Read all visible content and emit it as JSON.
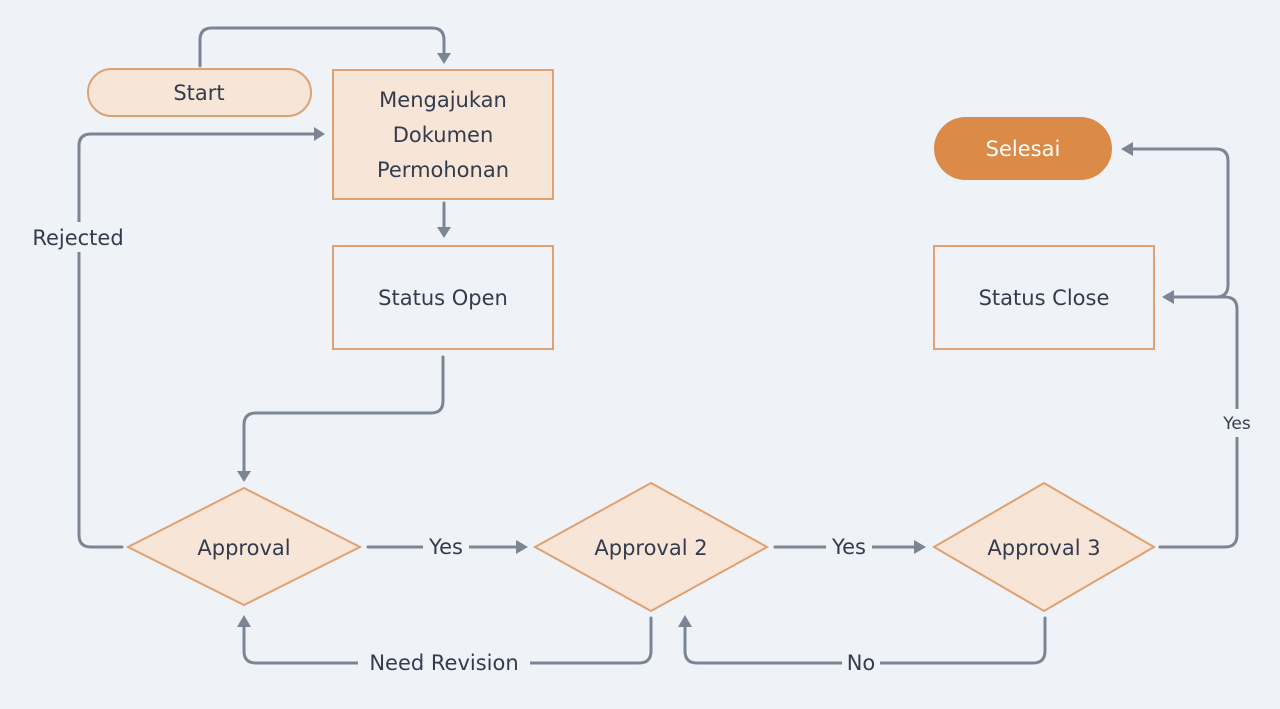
{
  "nodes": {
    "start": "Start",
    "submit": [
      "Mengajukan",
      "Dokumen",
      "Permohonan"
    ],
    "status_open": "Status Open",
    "approval_1": "Approval",
    "approval_2": "Approval 2",
    "approval_3": "Approval 3",
    "status_close": "Status Close",
    "finish": "Selesai"
  },
  "edges": {
    "rejected": "Rejected",
    "yes_1": "Yes",
    "yes_2": "Yes",
    "yes_3": "Yes",
    "need_revision": "Need Revision",
    "no": "No"
  },
  "colors": {
    "background": "#eff3f7",
    "node_fill": "#f7e5d8",
    "node_border": "#e0a170",
    "finish_fill": "#dc8a48",
    "connector": "#7b8594",
    "text": "#333c4d"
  }
}
